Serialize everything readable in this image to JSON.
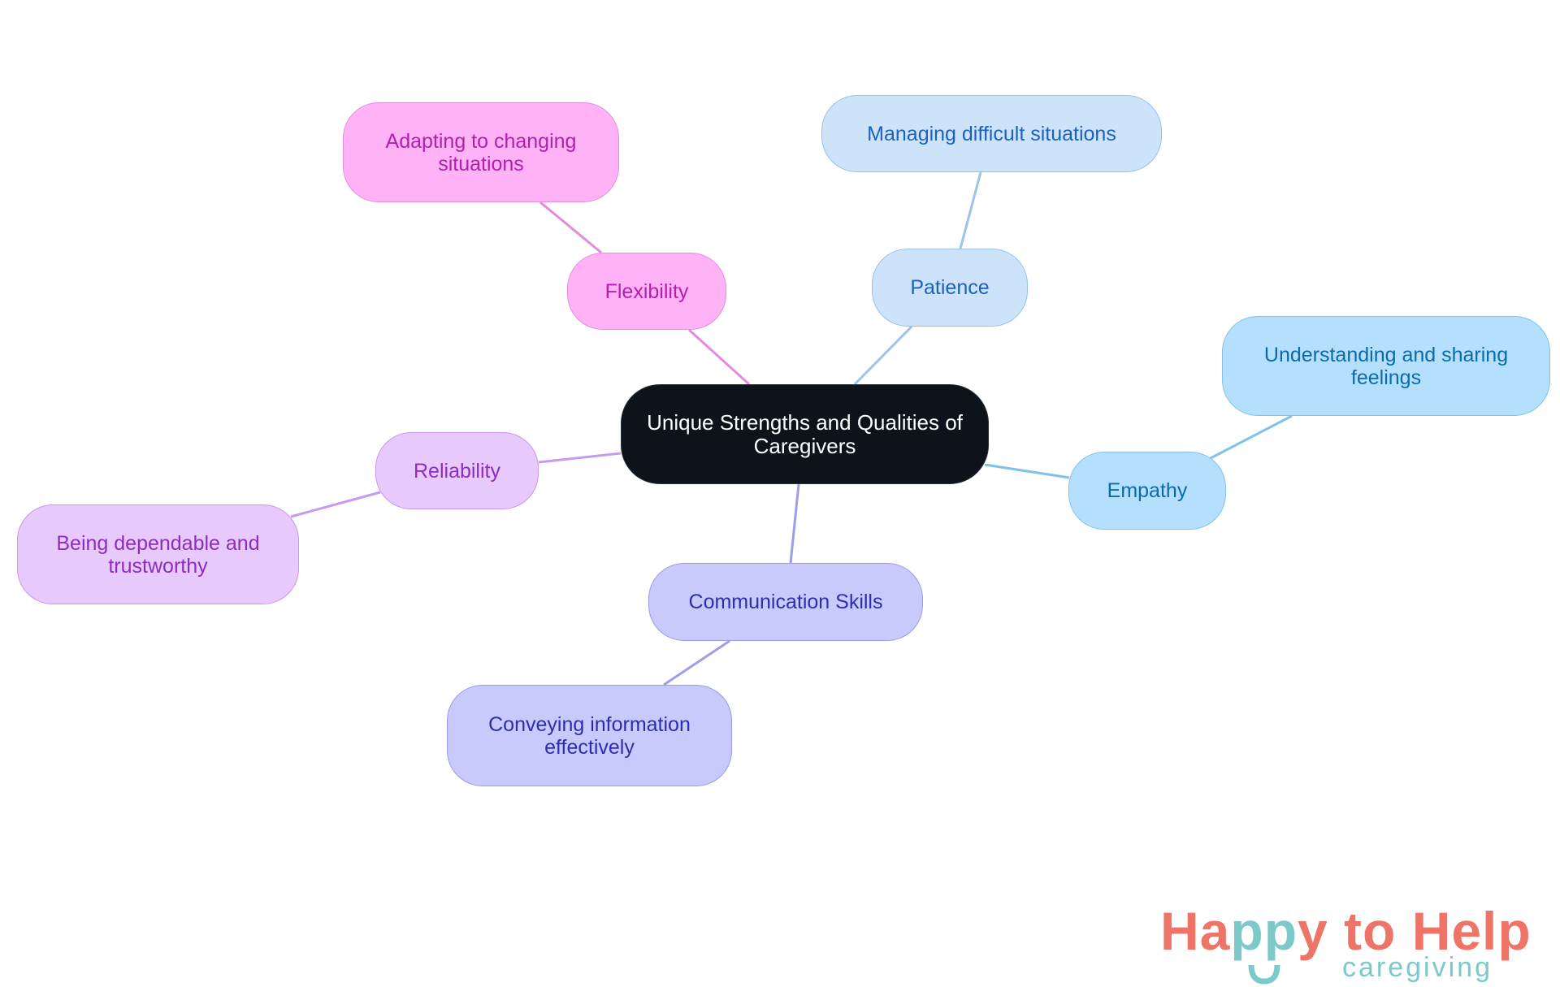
{
  "diagram": {
    "type": "mindmap",
    "root": {
      "label": "Unique Strengths and Qualities of Caregivers"
    },
    "branches": [
      {
        "label": "Flexibility",
        "child": "Adapting to changing situations",
        "color": "#ffb3f6"
      },
      {
        "label": "Patience",
        "child": "Managing difficult situations",
        "color": "#cde3fa"
      },
      {
        "label": "Empathy",
        "child": "Understanding and sharing feelings",
        "color": "#b4dffd"
      },
      {
        "label": "Reliability",
        "child": "Being dependable and trustworthy",
        "color": "#e8c9fb"
      },
      {
        "label": "Communication Skills",
        "child": "Conveying information effectively",
        "color": "#c8cafc"
      }
    ]
  },
  "logo": {
    "part1": "Ha",
    "part2": "pp",
    "part3": "y to Help",
    "tagline": "caregiving",
    "coral": "#ef7468",
    "teal": "#7cc9c9"
  }
}
